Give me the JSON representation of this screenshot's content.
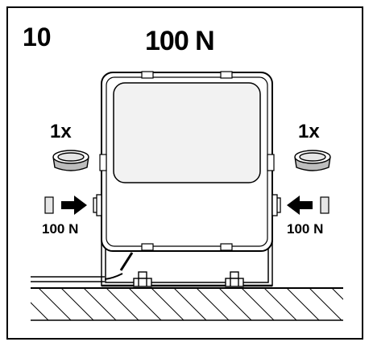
{
  "step_number": "10",
  "title": "100 N",
  "left": {
    "quantity": "1x",
    "force": "100 N"
  },
  "right": {
    "quantity": "1x",
    "force": "100 N"
  },
  "colors": {
    "line": "#000000",
    "background": "#ffffff",
    "fill_light": "#f2f2f2",
    "fill_mid": "#bdbdbd"
  }
}
